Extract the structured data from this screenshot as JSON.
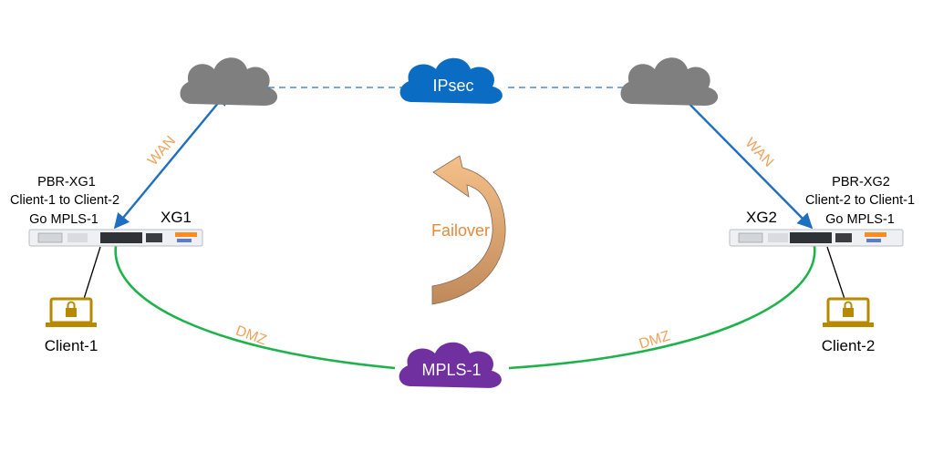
{
  "colors": {
    "wan_line": "#1f6fc1",
    "ipsec_dash": "#2a74c5",
    "dmz_line": "#1db24a",
    "wan_label": "#f0a35e",
    "dmz_label": "#f0a35e",
    "failover_label": "#e58a3c",
    "internet_cloud": "#7f7f7f",
    "ipsec_cloud": "#0a6cc2",
    "mpls_cloud": "#7030a0",
    "laptop": "#b58a00",
    "arrow_top": "#f5c089",
    "arrow_bottom": "#c0895a"
  },
  "clouds": {
    "internet_left": {
      "icon": "cloud-icon"
    },
    "ipsec": {
      "label": "IPsec",
      "icon": "cloud-icon"
    },
    "internet_right": {
      "icon": "cloud-icon"
    },
    "mpls": {
      "label": "MPLS-1",
      "icon": "cloud-icon"
    }
  },
  "links": {
    "wan_left": "WAN",
    "wan_right": "WAN",
    "dmz_left": "DMZ",
    "dmz_right": "DMZ"
  },
  "failover": {
    "label": "Failover",
    "icon": "curved-arrow-icon"
  },
  "devices": {
    "xg1": {
      "name": "XG1",
      "rule_name": "PBR-XG1",
      "rule_path": "Client-1 to Client-2",
      "rule_action": "Go MPLS-1",
      "icon": "firewall-appliance-icon"
    },
    "xg2": {
      "name": "XG2",
      "rule_name": "PBR-XG2",
      "rule_path": "Client-2 to Client-1",
      "rule_action": "Go MPLS-1",
      "icon": "firewall-appliance-icon"
    }
  },
  "clients": {
    "client1": {
      "label": "Client-1",
      "icon": "laptop-lock-icon"
    },
    "client2": {
      "label": "Client-2",
      "icon": "laptop-lock-icon"
    }
  }
}
